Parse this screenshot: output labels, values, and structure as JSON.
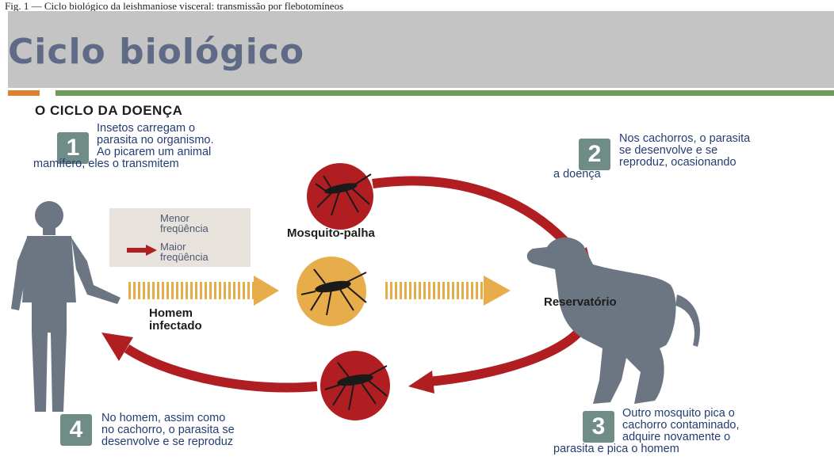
{
  "caption": "Fig. 1 — Ciclo biológico da leishmaniose visceral: transmissão por flebotomíneos",
  "title": "Ciclo biológico",
  "heading": "O CICLO DA DOENÇA",
  "steps": [
    {
      "number": "1",
      "lines": [
        "Insetos carregam o",
        "parasita no organismo.",
        "Ao picarem um animal",
        "mamífero, eles o transmitem"
      ]
    },
    {
      "number": "2",
      "lines": [
        "Nos cachorros, o parasita",
        "se desenvolve e se",
        "reproduz, ocasionando",
        "a doença"
      ]
    },
    {
      "number": "3",
      "lines": [
        "Outro mosquito pica o",
        "cachorro contaminado,",
        "adquire novamente o",
        "parasita e pica o homem"
      ]
    },
    {
      "number": "4",
      "lines": [
        "No homem, assim como",
        "no cachorro, o parasita se",
        "desenvolve e se reproduz"
      ]
    }
  ],
  "legend": {
    "low": {
      "lines": [
        "Menor",
        "freqüência"
      ],
      "color": "#e7ad4a"
    },
    "high": {
      "lines": [
        "Maior",
        "freqüência"
      ],
      "color": "#b01e22"
    }
  },
  "labels": {
    "mosquito": "Mosquito-palha",
    "reservoir": "Reservatório",
    "human": [
      "Homem",
      "infectado"
    ]
  },
  "colors": {
    "banner": "#c4c4c4",
    "title": "#5f6b86",
    "badge": "#6f8c87",
    "step_text": "#243c72",
    "arrow_red": "#b01e22",
    "arrow_orange": "#e7ad4a",
    "silhouette": "#6c7683"
  },
  "icons": [
    "mosquito-icon",
    "dog-silhouette",
    "human-silhouette",
    "arrow-icon"
  ]
}
